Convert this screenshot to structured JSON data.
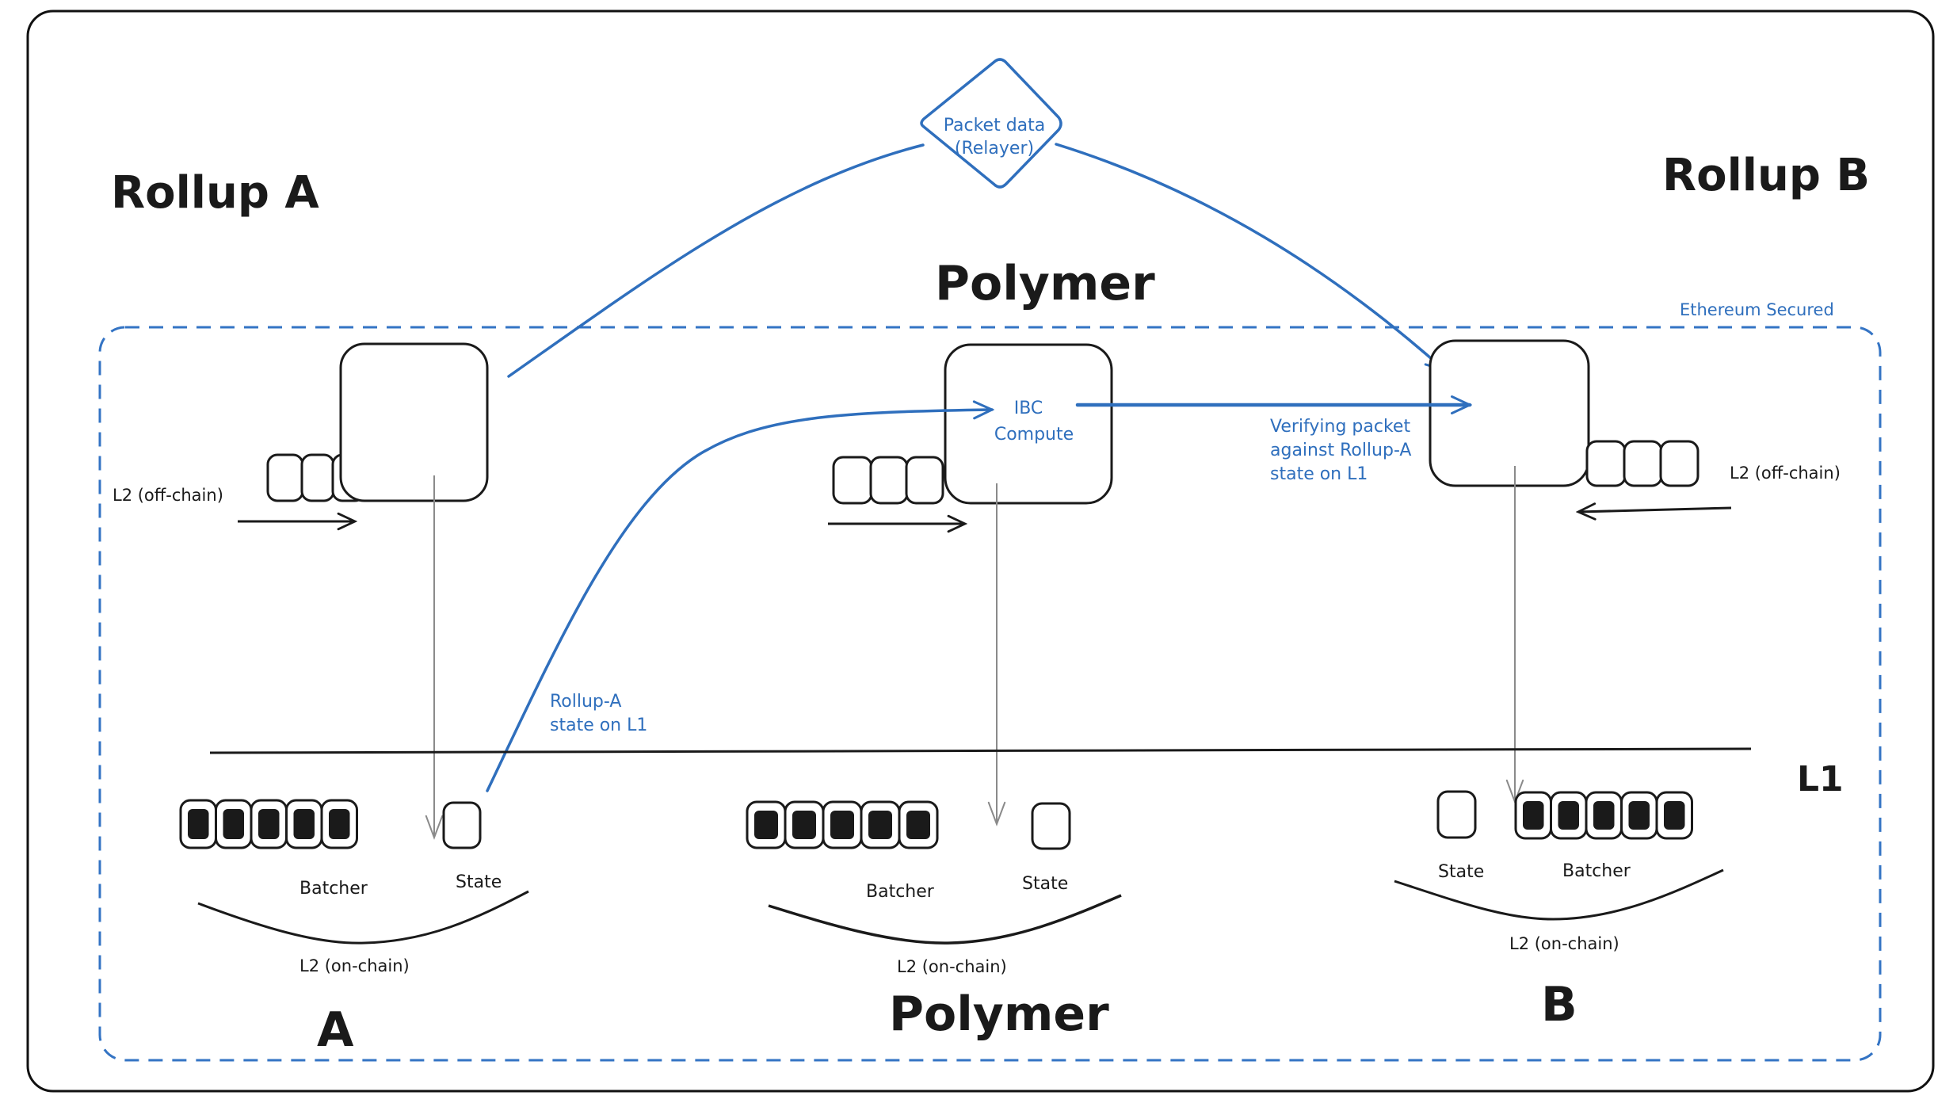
{
  "title_left": "Rollup A",
  "title_right": "Rollup B",
  "title_center": "Polymer",
  "relayer": {
    "line1": "Packet data",
    "line2": "(Relayer)"
  },
  "secured_label": "Ethereum Secured",
  "colors": {
    "accent": "#2f6fbd",
    "dashed": "#3474c4",
    "ink": "#1a1a1a",
    "gray": "#8a8a8a"
  },
  "nodes": {
    "rollup_a": {
      "offchain_label": "L2 (off-chain)",
      "queue_blocks": 3
    },
    "polymer": {
      "compute_line1": "IBC",
      "compute_line2": "Compute",
      "queue_blocks": 3
    },
    "rollup_b": {
      "offchain_label": "L2 (off-chain)",
      "queue_blocks": 3
    }
  },
  "annotations": {
    "rollup_a_state": {
      "line1": "Rollup-A",
      "line2": "state on L1"
    },
    "verifying": {
      "line1": "Verifying packet",
      "line2": "against Rollup-A",
      "line3": "state on L1"
    }
  },
  "l1_label": "L1",
  "onchain": {
    "a": {
      "batcher": "Batcher",
      "state": "State",
      "group": "L2 (on-chain)",
      "name": "A",
      "batch_blocks": 5
    },
    "polymer": {
      "batcher": "Batcher",
      "state": "State",
      "group": "L2 (on-chain)",
      "name": "Polymer",
      "batch_blocks": 5
    },
    "b": {
      "batcher": "Batcher",
      "state": "State",
      "group": "L2 (on-chain)",
      "name": "B",
      "batch_blocks": 5
    }
  }
}
